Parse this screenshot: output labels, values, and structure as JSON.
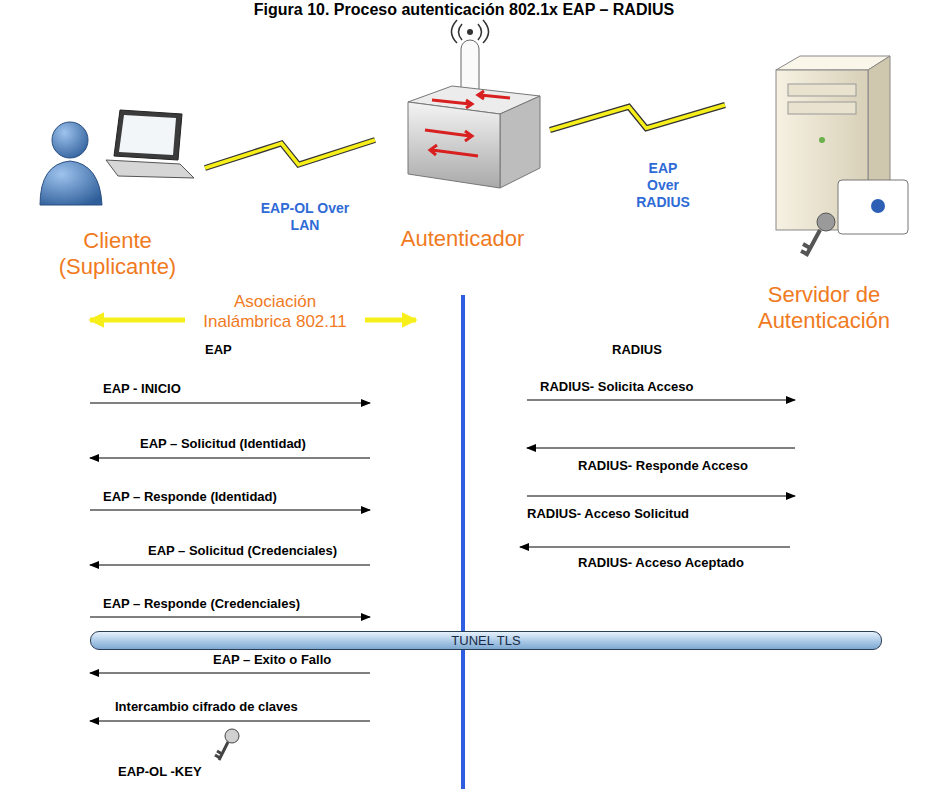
{
  "diagram": {
    "title": "Figura 10. Proceso autenticación 802.1x EAP – RADIUS",
    "nodes": [
      {
        "text": [
          "Cliente (Suplicante)"
        ]
      },
      {
        "text": [
          "Autenticador"
        ]
      },
      {
        "text": [
          "Servidor de Autenticación"
        ]
      },
      {
        "text": [
          "TUNEL TLS"
        ]
      }
    ],
    "edges": [
      {
        "from": 0,
        "to": 1,
        "label": "EAP-OL Over LAN",
        "arrow": "none"
      },
      {
        "from": 1,
        "to": 2,
        "label": "EAP Over RADIUS",
        "arrow": "none"
      }
    ],
    "labels": [
      "Asociación Inalámbrica 802.11",
      "EAP",
      "RADIUS",
      "EAP - INICIO",
      "EAP – Solicitud (Identidad)",
      "EAP – Responde (Identidad)",
      "EAP – Solicitud (Credenciales)",
      "EAP – Responde (Credenciales)",
      "EAP – Exito o Fallo",
      "Intercambio cifrado de claves",
      "EAP-OL -KEY",
      "RADIUS- Solicita Acceso",
      "RADIUS- Responde Acceso",
      "RADIUS- Acceso Solicitud",
      "RADIUS- Acceso Aceptado"
    ]
  }
}
